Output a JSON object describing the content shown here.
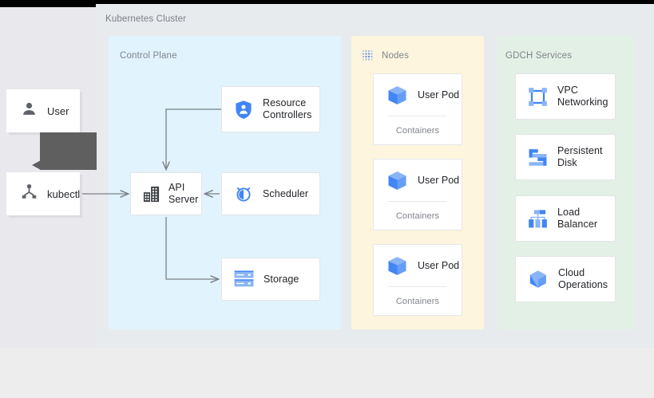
{
  "diagram": {
    "title": "Kubernetes Cluster",
    "accent_blue": "#4285f4",
    "accent_blue_light": "#8ab4f8",
    "icon_gray": "#5f6368",
    "arrow_color": "#7b8086",
    "background": "#e8ebed"
  },
  "actors": [
    {
      "label": "User",
      "icon": "person-icon"
    },
    {
      "label": "kubectl",
      "icon": "node-tree-icon"
    }
  ],
  "groups": [
    {
      "id": "control-plane",
      "title": "Control Plane",
      "color": "#e1f3fd",
      "icon": null,
      "items": [
        {
          "label": "Resource Controllers",
          "icon": "shield-person-icon"
        },
        {
          "label": "API Server",
          "icon": "server-building-icon"
        },
        {
          "label": "Scheduler",
          "icon": "alarm-clock-icon"
        },
        {
          "label": "Storage",
          "icon": "storage-disks-icon"
        }
      ]
    },
    {
      "id": "nodes",
      "title": "Nodes",
      "color": "#fdf5dd",
      "icon": "dotted-grid-icon",
      "items": [
        {
          "label": "User Pod",
          "sub_label": "Containers",
          "icon": "cube-icon"
        },
        {
          "label": "User Pod",
          "sub_label": "Containers",
          "icon": "cube-icon"
        },
        {
          "label": "User Pod",
          "sub_label": "Containers",
          "icon": "cube-icon"
        }
      ]
    },
    {
      "id": "gdch-services",
      "title": "GDCH Services",
      "color": "#e2f0e6",
      "icon": null,
      "items": [
        {
          "label": "VPC Networking",
          "icon": "vpc-network-icon"
        },
        {
          "label": "Persistent Disk",
          "icon": "persistent-disk-icon"
        },
        {
          "label": "Load Balancer",
          "icon": "load-balancer-icon"
        },
        {
          "label": "Cloud Operations",
          "icon": "cloud-operations-icon"
        }
      ]
    }
  ],
  "connections": [
    {
      "from": "kubectl",
      "to": "API Server",
      "direction": "right"
    },
    {
      "from": "Resource Controllers",
      "to": "API Server",
      "direction": "down"
    },
    {
      "from": "Scheduler",
      "to": "API Server",
      "direction": "left"
    },
    {
      "from": "API Server",
      "to": "Storage",
      "direction": "right"
    }
  ],
  "overlay": {
    "type": "tooltip-block",
    "color": "#5f5f5f"
  }
}
